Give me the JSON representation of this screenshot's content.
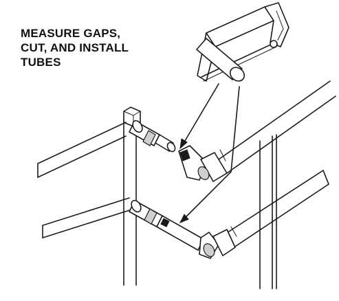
{
  "caption": {
    "lines": [
      "MEASURE GAPS,",
      "CUT, AND INSTALL",
      "TUBES"
    ]
  },
  "colors": {
    "ink": "#1a1a1a",
    "background": "#ffffff",
    "shade": "#cfcfcf"
  },
  "icons": {
    "tool": "hacksaw-icon",
    "pipe": "tube-icon"
  }
}
